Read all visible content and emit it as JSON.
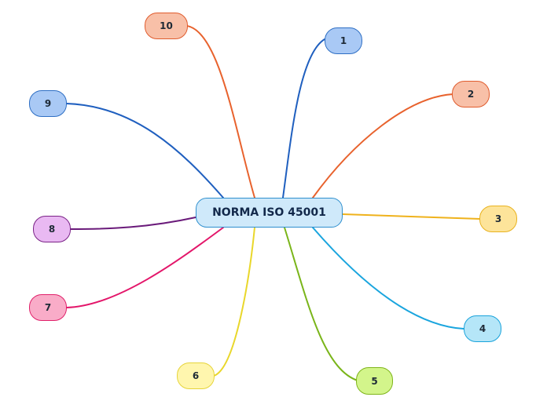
{
  "mindmap": {
    "root": {
      "label": "NORMA ISO 45001",
      "fill": "#cfe9fa",
      "stroke": "#2e8fce"
    },
    "branches": [
      {
        "id": "b1",
        "label": "1",
        "fill": "#a9c9f5",
        "stroke": "#2f6fc4",
        "link": "#1f5fbf"
      },
      {
        "id": "b2",
        "label": "2",
        "fill": "#f8c0a8",
        "stroke": "#e05c2e",
        "link": "#e8622d"
      },
      {
        "id": "b3",
        "label": "3",
        "fill": "#fde49a",
        "stroke": "#e9b21f",
        "link": "#efb21c"
      },
      {
        "id": "b4",
        "label": "4",
        "fill": "#b5e6f8",
        "stroke": "#1aa3db",
        "link": "#1aa5de"
      },
      {
        "id": "b5",
        "label": "5",
        "fill": "#d3f58b",
        "stroke": "#7fb51a",
        "link": "#7ab51a"
      },
      {
        "id": "b6",
        "label": "6",
        "fill": "#fff6ae",
        "stroke": "#e6d43a",
        "link": "#e9d72b"
      },
      {
        "id": "b7",
        "label": "7",
        "fill": "#f9acc8",
        "stroke": "#e0206a",
        "link": "#e3166a"
      },
      {
        "id": "b8",
        "label": "8",
        "fill": "#e9b9f2",
        "stroke": "#7a2287",
        "link": "#6a1a7a"
      },
      {
        "id": "b9",
        "label": "9",
        "fill": "#a9c9f5",
        "stroke": "#2f6fc4",
        "link": "#1f5fbf"
      },
      {
        "id": "b10",
        "label": "10",
        "fill": "#f8c0a8",
        "stroke": "#e05c2e",
        "link": "#e8622d"
      }
    ]
  }
}
